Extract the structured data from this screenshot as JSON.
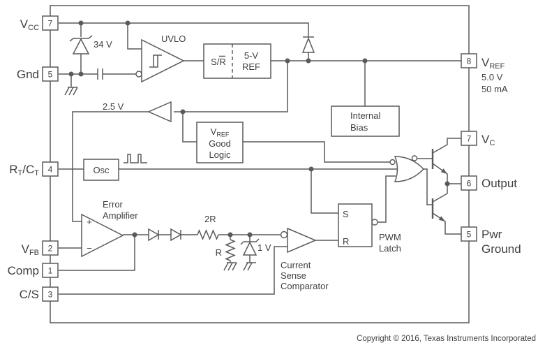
{
  "copyright": "Copyright © 2016, Texas Instruments Incorporated",
  "colors": {
    "line": "#595a5c",
    "text": "#3f4042"
  },
  "pins": {
    "left": [
      {
        "id": "vcc",
        "number": "7",
        "base": "V",
        "sub": "CC"
      },
      {
        "id": "gnd",
        "number": "5",
        "label": "Gnd"
      },
      {
        "id": "rtct",
        "number": "4",
        "p1": "R",
        "s1": "T",
        "p2": "/C",
        "s2": "T"
      },
      {
        "id": "vfb",
        "number": "2",
        "base": "V",
        "sub": "FB"
      },
      {
        "id": "comp",
        "number": "1",
        "label": "Comp"
      },
      {
        "id": "cs",
        "number": "3",
        "label": "C/S"
      }
    ],
    "right": [
      {
        "id": "vref",
        "number": "8",
        "base": "V",
        "sub": "REF",
        "line2": "5.0 V",
        "line3": "50 mA"
      },
      {
        "id": "vc",
        "number": "7",
        "base": "V",
        "sub": "C"
      },
      {
        "id": "output",
        "number": "6",
        "label": "Output"
      },
      {
        "id": "pwrgnd",
        "number": "5",
        "line1": "Pwr",
        "line2": "Ground"
      }
    ]
  },
  "blocks": {
    "uvlo": "UVLO",
    "sr": "S/R",
    "ref5v": {
      "line1": "5-V",
      "line2": "REF"
    },
    "vref_good": {
      "base": "V",
      "sub": "REF",
      "line2": "Good",
      "line3": "Logic"
    },
    "internal_bias": {
      "line1": "Internal",
      "line2": "Bias"
    },
    "osc": "Osc",
    "latch": {
      "s": "S",
      "r": "R"
    },
    "pwm_latch": {
      "line1": "PWM",
      "line2": "Latch"
    },
    "error_amp": {
      "line1": "Error",
      "line2": "Amplifier"
    },
    "cs_comp": {
      "line1": "Current",
      "line2": "Sense",
      "line3": "Comparator"
    }
  },
  "values": {
    "zener_top": "34 V",
    "ref_voltage": "2.5 V",
    "zener_cs": "1 V",
    "r2": "2R",
    "r": "R",
    "plus": "+",
    "minus": "−"
  }
}
